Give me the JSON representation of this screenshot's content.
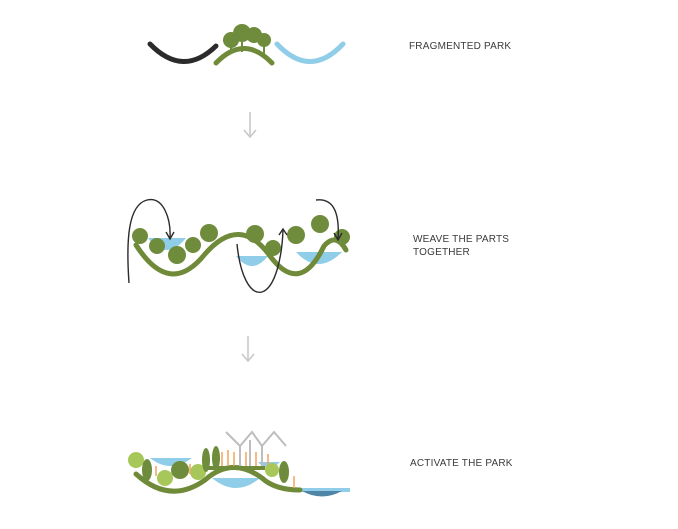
{
  "steps": [
    {
      "label": "FRAGMENTED PARK"
    },
    {
      "label_lines": [
        "WEAVE THE PARTS",
        "TOGETHER"
      ]
    },
    {
      "label": "ACTIVATE THE PARK"
    }
  ],
  "colors": {
    "green": "#6f8a38",
    "dark_green": "#5f7a2e",
    "tree": "#6e8c3c",
    "tree_light": "#a7c75a",
    "water": "#8fcde8",
    "water_dark": "#4f86a8",
    "black": "#2b2b2b",
    "arrow": "#c9c9c9",
    "people": "#f0a55a",
    "structure": "#bdbdbd"
  }
}
